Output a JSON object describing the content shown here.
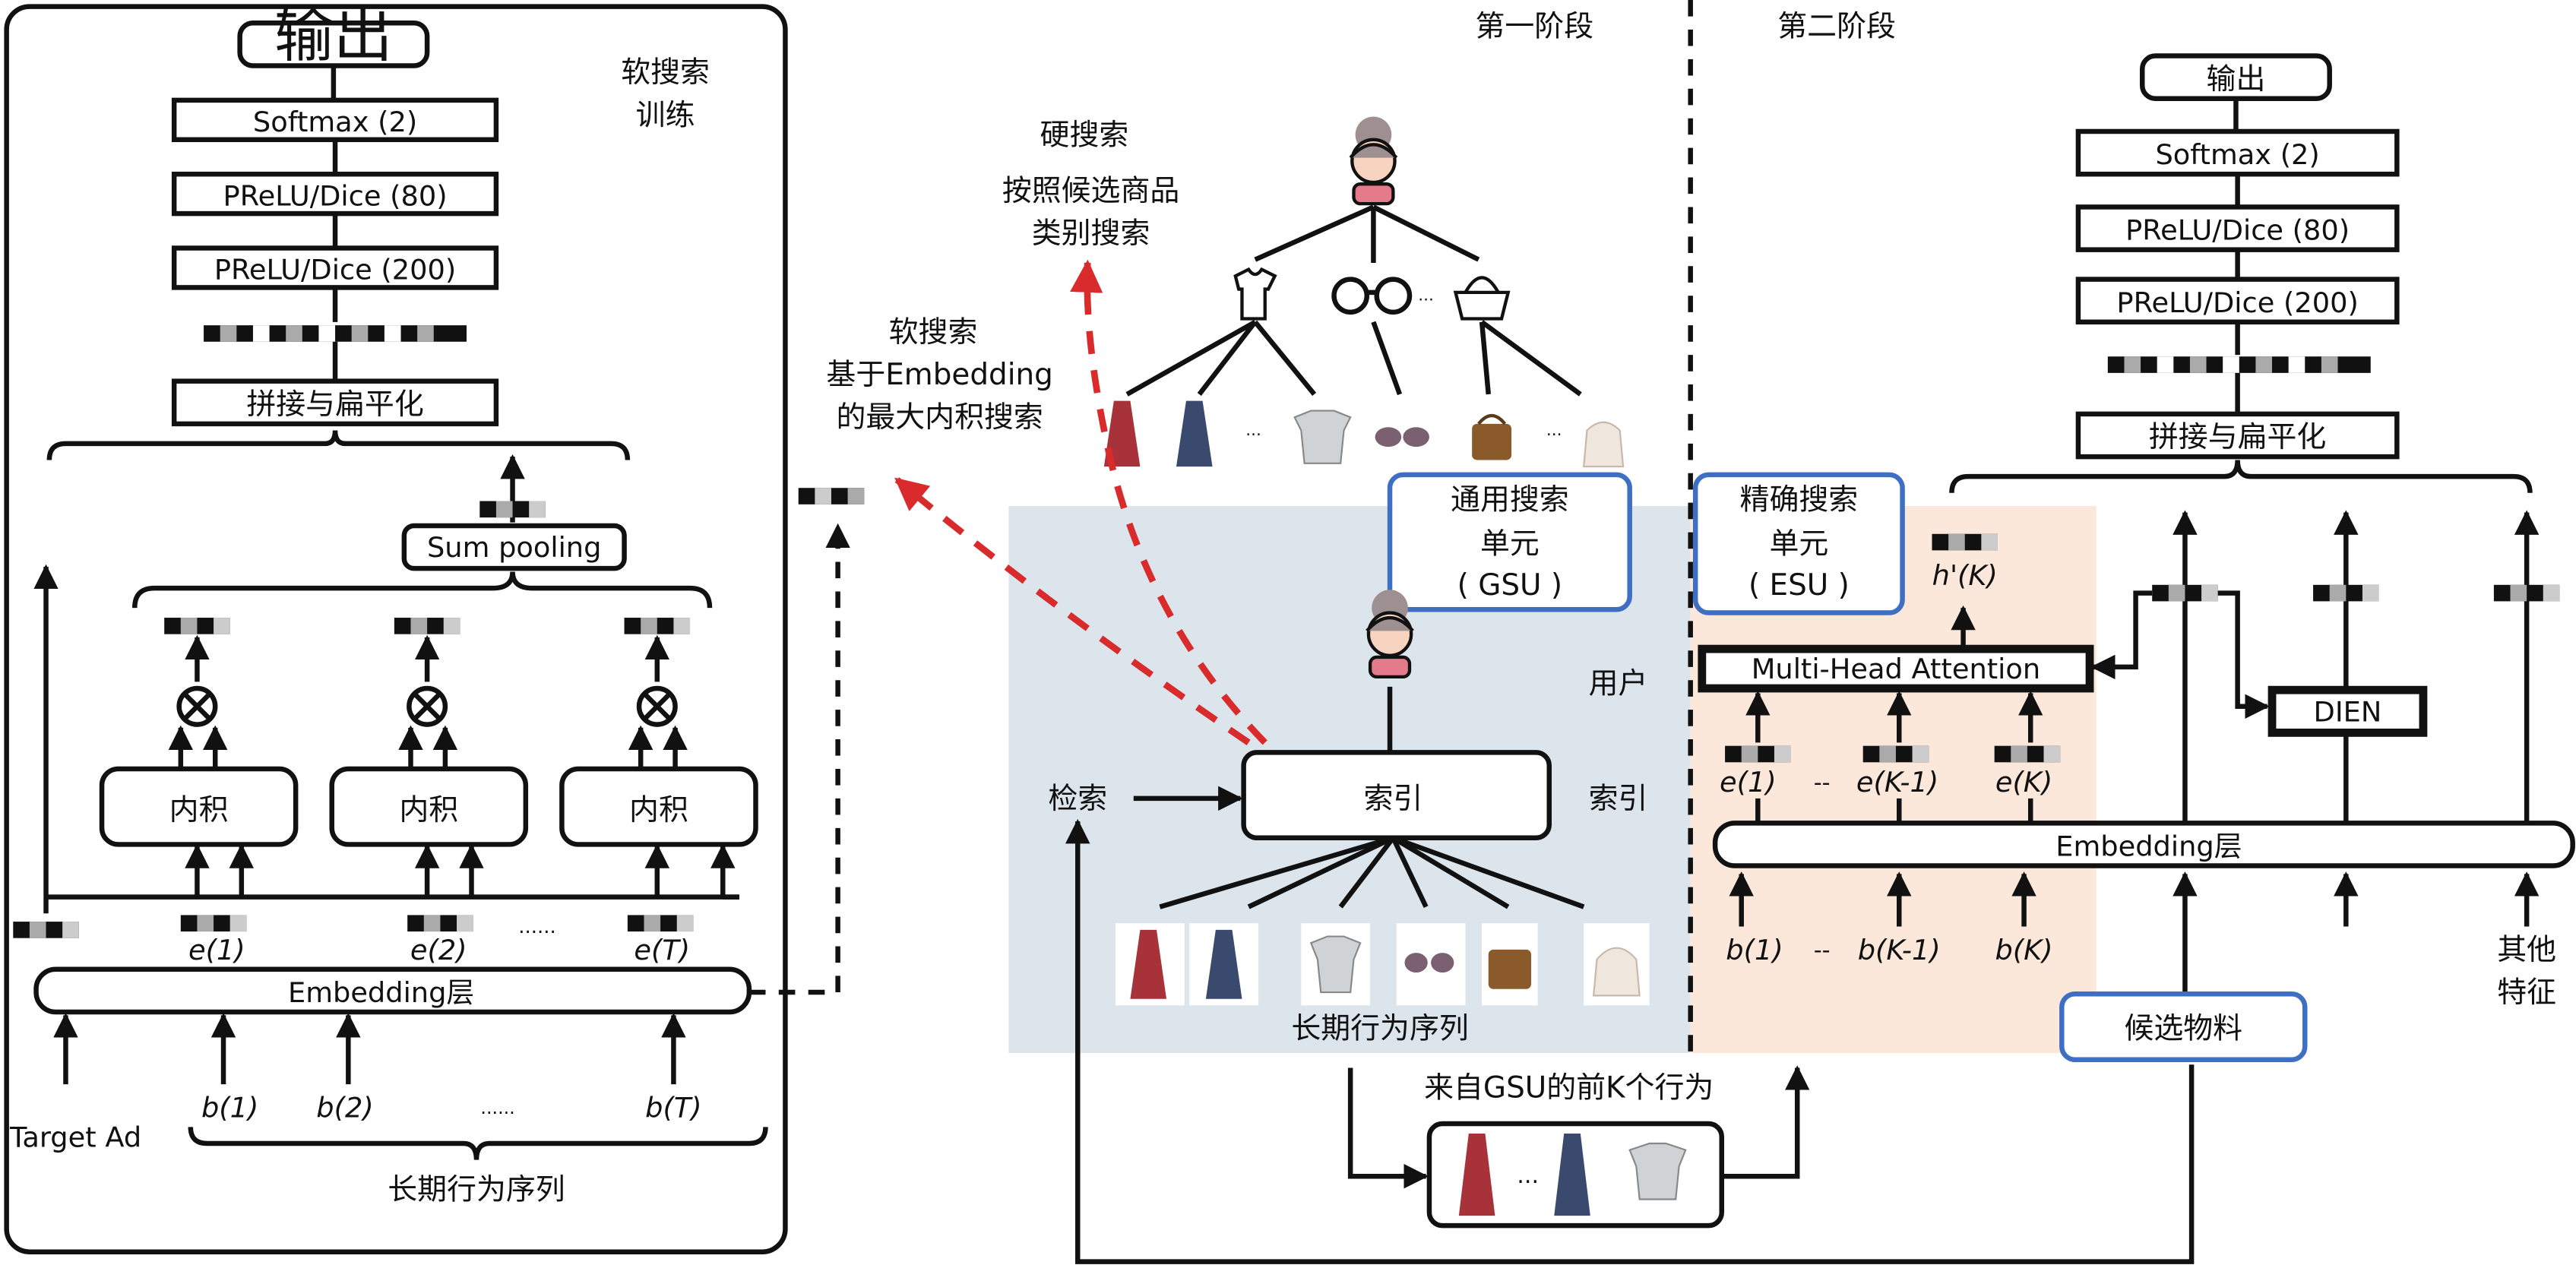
{
  "colors": {
    "stage1_bg": "#dde5ec",
    "stage2_bg": "#fbe8db",
    "blue_border": "#3e6fc2",
    "red_arrow": "#d92b2b"
  },
  "left": {
    "output": "输出",
    "softmax": "Softmax (2)",
    "prelu80": "PReLU/Dice (80)",
    "prelu200": "PReLU/Dice (200)",
    "concat": "拼接与扁平化",
    "sum_pooling": "Sum pooling",
    "inner_product": "内积",
    "embeddings": [
      "e(1)",
      "e(2)",
      "e(T)"
    ],
    "dots": "......",
    "embedding_layer": "Embedding层",
    "behaviors": [
      "b(1)",
      "b(2)",
      "b(T)"
    ],
    "target_ad": "Target Ad",
    "seq_label": "长期行为序列",
    "soft_search_training": [
      "软搜索",
      "训练"
    ]
  },
  "middle": {
    "stage1": "第一阶段",
    "stage2": "第二阶段",
    "hard_search": [
      "硬搜索",
      "按照候选商品",
      "类别搜索"
    ],
    "soft_search": [
      "软搜索",
      "基于Embedding",
      "的最大内积搜索"
    ],
    "gsu": [
      "通用搜索",
      "单元",
      "( GSU )"
    ],
    "user": "用户",
    "retrieve": "检索",
    "index_box": "索引",
    "index_label": "索引",
    "long_seq": "长期行为序列",
    "topk": "来自GSU的前K个行为",
    "ellipsis": "...",
    "mid_dots": "..."
  },
  "right": {
    "esu": [
      "精确搜索",
      "单元",
      "( ESU )"
    ],
    "output": "输出",
    "softmax": "Softmax (2)",
    "prelu80": "PReLU/Dice (80)",
    "prelu200": "PReLU/Dice (200)",
    "concat": "拼接与扁平化",
    "hk": "h'(K)",
    "mha": "Multi-Head Attention",
    "dien": "DIEN",
    "emb": [
      "e(1)",
      "e(K-1)",
      "e(K)"
    ],
    "emb_dots": "--",
    "embedding_layer": "Embedding层",
    "behaviors": [
      "b(1)",
      "b(K-1)",
      "b(K)"
    ],
    "candidate": "候选物料",
    "other": [
      "其他",
      "特征"
    ]
  }
}
